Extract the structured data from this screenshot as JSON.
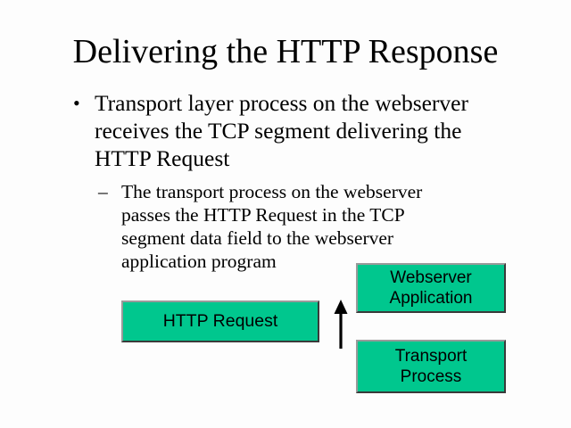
{
  "slide": {
    "title": "Delivering the HTTP Response",
    "background_color": "#fdfdfd",
    "bullets": [
      {
        "level": 1,
        "marker": "•",
        "text": "Transport layer process on the webserver receives the TCP segment delivering the HTTP Request"
      },
      {
        "level": 2,
        "marker": "–",
        "text": "The transport process on the webserver passes the HTTP Request in the TCP segment data field to the webserver application program"
      }
    ],
    "diagram": {
      "accent_color": "#00c78e",
      "boxes": [
        {
          "id": "webserver-application",
          "label": "Webserver\nApplication"
        },
        {
          "id": "http-request",
          "label": "HTTP Request"
        },
        {
          "id": "transport-process",
          "label": "Transport\nProcess"
        }
      ],
      "arrow": {
        "id": "arrow-up",
        "direction": "up",
        "color": "#000000"
      }
    }
  }
}
